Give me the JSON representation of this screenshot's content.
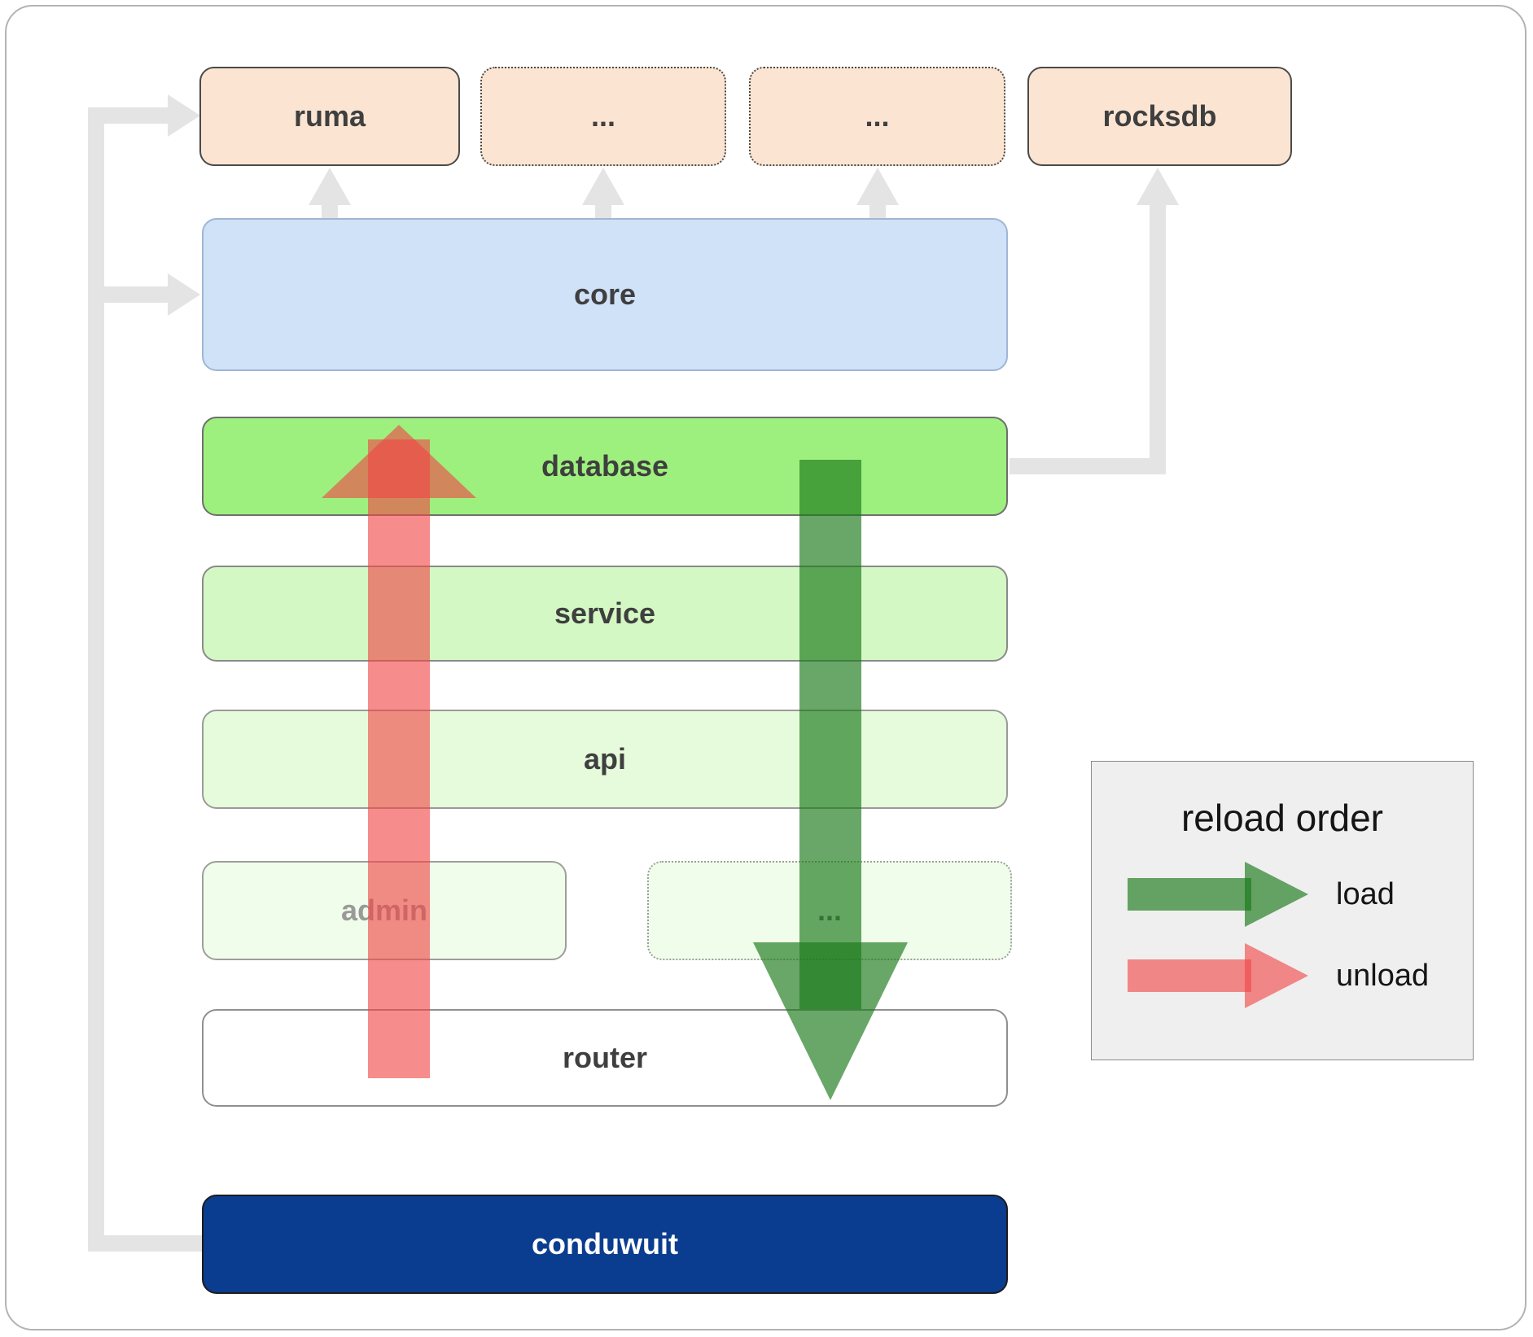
{
  "nodes": {
    "ruma": {
      "label": "ruma"
    },
    "dep1": {
      "label": "..."
    },
    "dep2": {
      "label": "..."
    },
    "rocksdb": {
      "label": "rocksdb"
    },
    "core": {
      "label": "core"
    },
    "database": {
      "label": "database"
    },
    "service": {
      "label": "service"
    },
    "api": {
      "label": "api"
    },
    "admin": {
      "label": "admin"
    },
    "more": {
      "label": "..."
    },
    "router": {
      "label": "router"
    },
    "conduwuit": {
      "label": "conduwuit"
    }
  },
  "legend": {
    "title": "reload order",
    "items": [
      {
        "label": "load",
        "color": "#1a7a1a"
      },
      {
        "label": "unload",
        "color": "#f04646"
      }
    ]
  },
  "colors": {
    "dependency_box_peach": "#fbe5d2",
    "core_blue": "#cfe2f8",
    "database_green": "#9ef07e",
    "service_green": "#d3f8c4",
    "api_green": "#e6fbdb",
    "admin_green": "#f0fdea",
    "router_white": "#ffffff",
    "conduwuit_navy": "#0a3d8f",
    "load_arrow_green": "#1a7a1a",
    "unload_arrow_red": "#f04646",
    "dependency_arrow_gray": "#e4e4e4",
    "legend_background": "#efefef"
  }
}
